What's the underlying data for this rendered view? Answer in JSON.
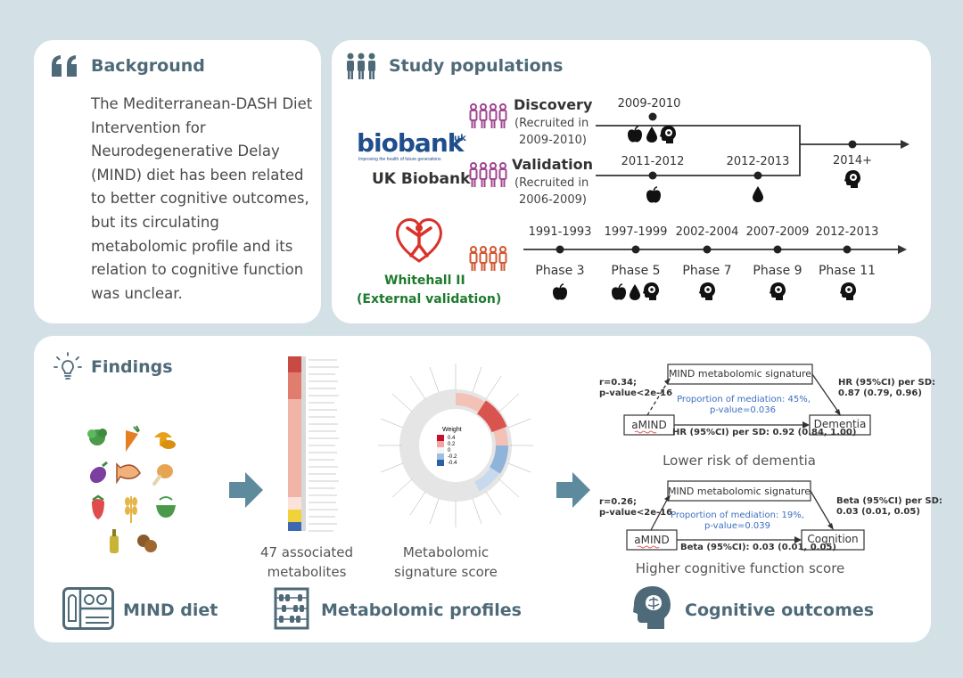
{
  "background": {
    "title": "Background",
    "text": "The Mediterranean-DASH Diet Intervention for Neurodegenerative Delay (MIND) diet has been related to better cognitive outcomes, but its circulating metabolomic profile and its relation to cognitive function was unclear."
  },
  "study": {
    "title": "Study populations",
    "ukb_name": "UK Biobank",
    "ukb_logo": "biobank",
    "ukb_logo_sup": "uk",
    "ukb_tagline": "Improving the health of future generations",
    "discovery_label": "Discovery",
    "discovery_sub1": "(Recruited in",
    "discovery_sub2": "2009-2010)",
    "validation_label": "Validation",
    "validation_sub1": "(Recruited in",
    "validation_sub2": "2006-2009)",
    "ukb_years": [
      "2009-2010",
      "2011-2012",
      "2012-2013",
      "2014+"
    ],
    "wh_name1": "Whitehall II",
    "wh_name2": "(External validation)",
    "wh_years": [
      "1991-1993",
      "1997-1999",
      "2002-2004",
      "2007-2009",
      "2012-2013"
    ],
    "wh_phases": [
      "Phase 3",
      "Phase 5",
      "Phase 7",
      "Phase 9",
      "Phase 11"
    ]
  },
  "findings": {
    "title": "Findings",
    "metabolites_label1": "47 associated",
    "metabolites_label2": "metabolites",
    "score_label1": "Metabolomic",
    "score_label2": "signature score",
    "legend_title": "Weight",
    "legend_ticks": [
      "0.4",
      "0.2",
      "0",
      "-0.2",
      "-0.4"
    ],
    "dementia": {
      "r": "r=0.34;",
      "p": "p-value<2e-16",
      "signature": "MIND metabolomic signature",
      "mediation1": "Proportion of mediation: 45%,",
      "mediation2": "p-value=0.036",
      "hr_sd1": "HR (95%CI) per SD:",
      "hr_sd2": "0.87 (0.79, 0.96)",
      "amind": "aMIND",
      "outcome": "Dementia",
      "hr": "HR (95%CI) per SD: 0.92 (0.84, 1.00)",
      "caption": "Lower risk of dementia"
    },
    "cognition": {
      "r": "r=0.26;",
      "p": "p-value<2e-16",
      "signature": "MIND metabolomic signature",
      "mediation1": "Proportion of mediation: 19%,",
      "mediation2": "p-value=0.039",
      "beta_sd1": "Beta (95%CI) per SD:",
      "beta_sd2": "0.03 (0.01, 0.05)",
      "amind": "aMIND",
      "outcome": "Cognition",
      "beta": "Beta (95%CI): 0.03 (0.01, 0.05)",
      "caption": "Higher cognitive function score"
    },
    "bottom": {
      "diet": "MIND diet",
      "profiles": "Metabolomic profiles",
      "outcomes": "Cognitive outcomes"
    }
  },
  "colors": {
    "header": "#4e6a78",
    "arrow": "#5d8a9c",
    "people_purple": "#a0468f",
    "people_orange": "#d2562f",
    "mediation_blue": "#3c6fc0",
    "biobank_blue": "#1f4e8c",
    "heart_red": "#d9322b"
  }
}
